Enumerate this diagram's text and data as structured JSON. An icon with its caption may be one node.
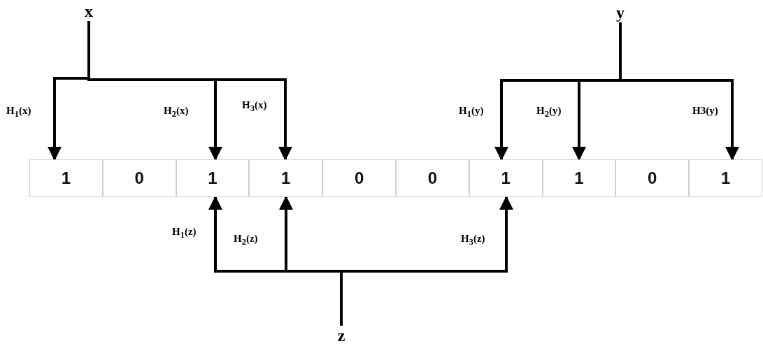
{
  "diagram": {
    "nodes": [
      {
        "text": [
          "x"
        ]
      },
      {
        "text": [
          "y"
        ]
      },
      {
        "text": [
          "z"
        ]
      },
      {
        "text": [
          "1"
        ]
      },
      {
        "text": [
          "0"
        ]
      },
      {
        "text": [
          "1"
        ]
      },
      {
        "text": [
          "1"
        ]
      },
      {
        "text": [
          "0"
        ]
      },
      {
        "text": [
          "0"
        ]
      },
      {
        "text": [
          "1"
        ]
      },
      {
        "text": [
          "1"
        ]
      },
      {
        "text": [
          "0"
        ]
      },
      {
        "text": [
          "1"
        ]
      }
    ],
    "edges": [
      {
        "from": 0,
        "to": 3,
        "arrow": "to",
        "label": "H$_{1}$(x)"
      },
      {
        "from": 0,
        "to": 5,
        "arrow": "to",
        "label": "H$_{2}$(x)"
      },
      {
        "from": 0,
        "to": 6,
        "arrow": "to",
        "label": "H$_{3}$(x)"
      },
      {
        "from": 1,
        "to": 9,
        "arrow": "to",
        "label": "H$_{1}$(y)"
      },
      {
        "from": 1,
        "to": 10,
        "arrow": "to",
        "label": "H$_{2}$(y)"
      },
      {
        "from": 1,
        "to": 12,
        "arrow": "to",
        "label": "H3(y)"
      },
      {
        "from": 2,
        "to": 5,
        "arrow": "to",
        "label": "H$_{1}$(z)"
      },
      {
        "from": 2,
        "to": 6,
        "arrow": "to",
        "label": "H$_{2}$(z)"
      },
      {
        "from": 2,
        "to": 9,
        "arrow": "to",
        "label": "H$_{3}$(z)"
      }
    ]
  }
}
